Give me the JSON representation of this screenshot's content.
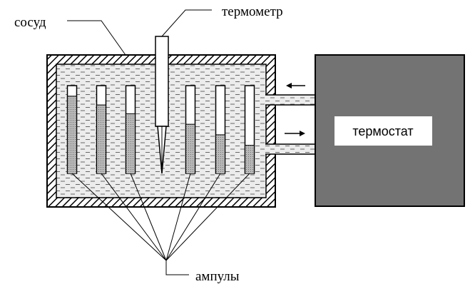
{
  "labels": {
    "vessel": "сосуд",
    "thermometer": "термометр",
    "thermostat": "термостат",
    "ampoules": "ампулы"
  },
  "ampoules": [
    {
      "name": "ampoule-1",
      "fill_level": 0.88
    },
    {
      "name": "ampoule-2",
      "fill_level": 0.78
    },
    {
      "name": "ampoule-3",
      "fill_level": 0.68
    },
    {
      "name": "ampoule-4",
      "fill_level": 0.56
    },
    {
      "name": "ampoule-5",
      "fill_level": 0.44
    },
    {
      "name": "ampoule-6",
      "fill_level": 0.32
    }
  ],
  "colors": {
    "thermostat_body": "#737373",
    "ampoule_fill": "#b8b8b8",
    "line": "#000000"
  }
}
